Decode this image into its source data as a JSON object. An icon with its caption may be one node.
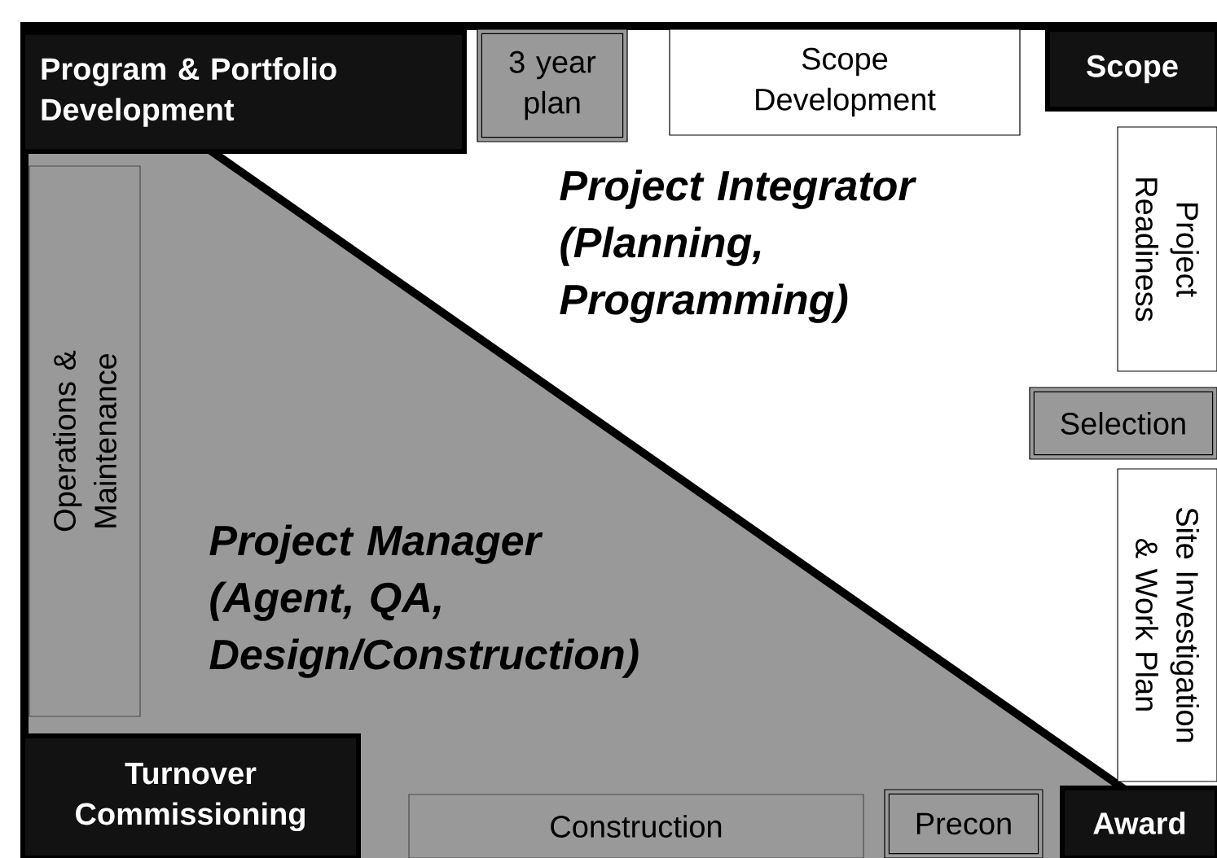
{
  "diagram": {
    "nodes": [
      {
        "text": [
          "Program & Portfolio Development"
        ]
      },
      {
        "text": [
          "3 year plan"
        ]
      },
      {
        "text": [
          "Scope Development"
        ]
      },
      {
        "text": [
          "Scope"
        ]
      },
      {
        "text": [
          "Project Readiness"
        ]
      },
      {
        "text": [
          "Selection"
        ]
      },
      {
        "text": [
          "Site Investigation & Work Plan"
        ]
      },
      {
        "text": [
          "Award"
        ]
      },
      {
        "text": [
          "Precon"
        ]
      },
      {
        "text": [
          "Construction"
        ]
      },
      {
        "text": [
          "Turnover Commissioning"
        ]
      },
      {
        "text": [
          "Operations & Maintenance"
        ]
      }
    ],
    "labels": [
      "Project Integrator (Planning, Programming)",
      "Project Manager (Agent, QA, Design/Construction)"
    ]
  }
}
